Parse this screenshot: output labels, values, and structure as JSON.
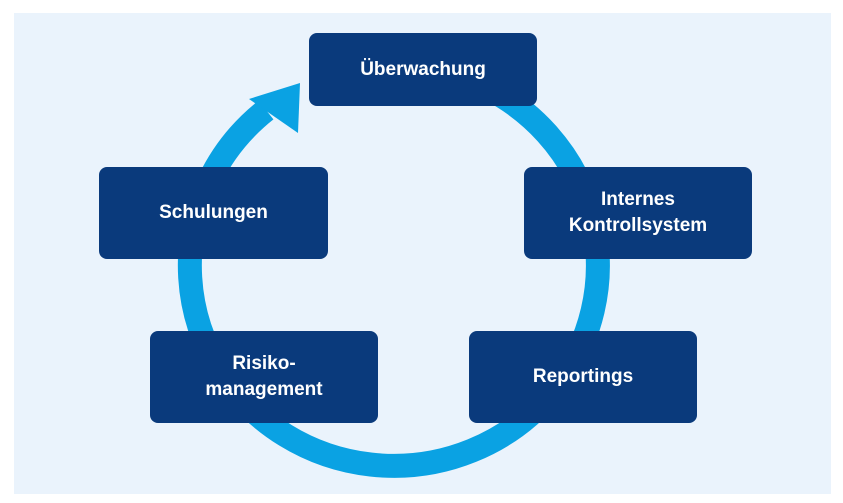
{
  "diagram": {
    "colors": {
      "background": "#eaf3fc",
      "box": "#0a3a7c",
      "box_text": "#ffffff",
      "cycle_arrow": "#0aa2e3"
    },
    "steps": [
      {
        "label": "Überwachung"
      },
      {
        "label": "Internes\nKontrollsystem"
      },
      {
        "label": "Reportings"
      },
      {
        "label": "Risiko-\nmanagement"
      },
      {
        "label": "Schulungen"
      }
    ]
  }
}
